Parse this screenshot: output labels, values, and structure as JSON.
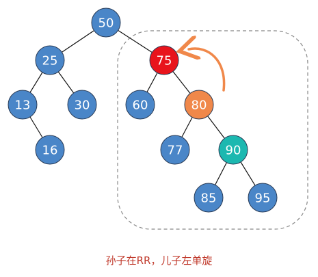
{
  "caption": "孙子在RR，儿子左单旋",
  "colors": {
    "default": "#4a86c8",
    "root_of_rotation": "#e8141c",
    "son": "#f0884a",
    "grandson": "#1cb8b0",
    "edge": "#111111",
    "arrow": "#f0884a",
    "box": "#888888",
    "node_text": "#ffffff"
  },
  "tree": {
    "nodes": [
      {
        "id": "n50",
        "label": "50",
        "role": "default"
      },
      {
        "id": "n25",
        "label": "25",
        "role": "default"
      },
      {
        "id": "n75",
        "label": "75",
        "role": "root_of_rotation"
      },
      {
        "id": "n13",
        "label": "13",
        "role": "default"
      },
      {
        "id": "n30",
        "label": "30",
        "role": "default"
      },
      {
        "id": "n60",
        "label": "60",
        "role": "default"
      },
      {
        "id": "n80",
        "label": "80",
        "role": "son"
      },
      {
        "id": "n16",
        "label": "16",
        "role": "default"
      },
      {
        "id": "n77",
        "label": "77",
        "role": "default"
      },
      {
        "id": "n90",
        "label": "90",
        "role": "grandson"
      },
      {
        "id": "n85",
        "label": "85",
        "role": "default"
      },
      {
        "id": "n95",
        "label": "95",
        "role": "default"
      }
    ],
    "edges": [
      [
        "n50",
        "n25"
      ],
      [
        "n50",
        "n75"
      ],
      [
        "n25",
        "n13"
      ],
      [
        "n25",
        "n30"
      ],
      [
        "n13",
        "n16"
      ],
      [
        "n75",
        "n60"
      ],
      [
        "n75",
        "n80"
      ],
      [
        "n80",
        "n77"
      ],
      [
        "n80",
        "n90"
      ],
      [
        "n90",
        "n85"
      ],
      [
        "n90",
        "n95"
      ]
    ]
  }
}
